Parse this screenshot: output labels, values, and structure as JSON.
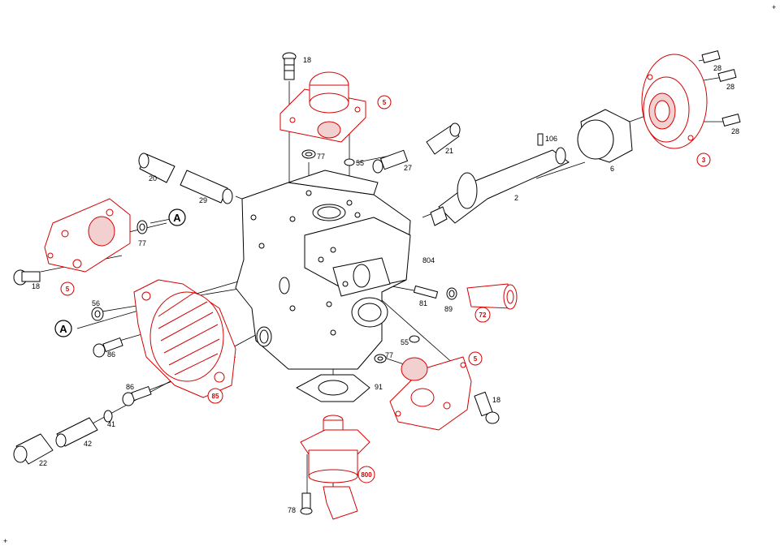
{
  "labels": {
    "p18_top": "18",
    "p5_top": "5",
    "p77_top": "77",
    "p55_top": "55",
    "p21": "21",
    "p27": "27",
    "p106": "106",
    "p6": "6",
    "p2": "2",
    "p28_a": "28",
    "p28_b": "28",
    "p28_c": "28",
    "p3": "3",
    "p20": "20",
    "p29": "29",
    "pA_top": "A",
    "p77_left": "77",
    "p5_left": "5",
    "p18_left": "18",
    "p56": "56",
    "pA_bottom": "A",
    "p86_a": "86",
    "p86_b": "86",
    "p85": "85",
    "p41": "41",
    "p42": "42",
    "p22": "22",
    "p804": "804",
    "p81": "81",
    "p89": "89",
    "p72": "72",
    "p55_mid": "55",
    "p77_mid": "77",
    "p5_right": "5",
    "p18_right": "18",
    "p91": "91",
    "p800": "800",
    "p78": "78"
  },
  "colors": {
    "highlight": "#d40000",
    "line": "#000000"
  }
}
